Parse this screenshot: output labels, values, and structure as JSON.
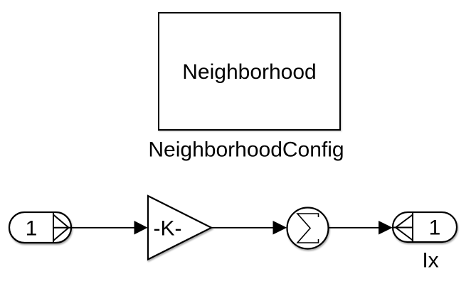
{
  "diagram": {
    "colors": {
      "background": "#FFFFFF",
      "line": "#000000"
    },
    "subsystem_block": {
      "text": "Neighborhood",
      "name": "NeighborhoodConfig"
    },
    "inport_block": {
      "port_number": "1"
    },
    "gain_block": {
      "gain_label": "-K-"
    },
    "sum_block": {
      "symbol": "∑"
    },
    "outport_block": {
      "port_number": "1",
      "name": "Ix"
    }
  }
}
